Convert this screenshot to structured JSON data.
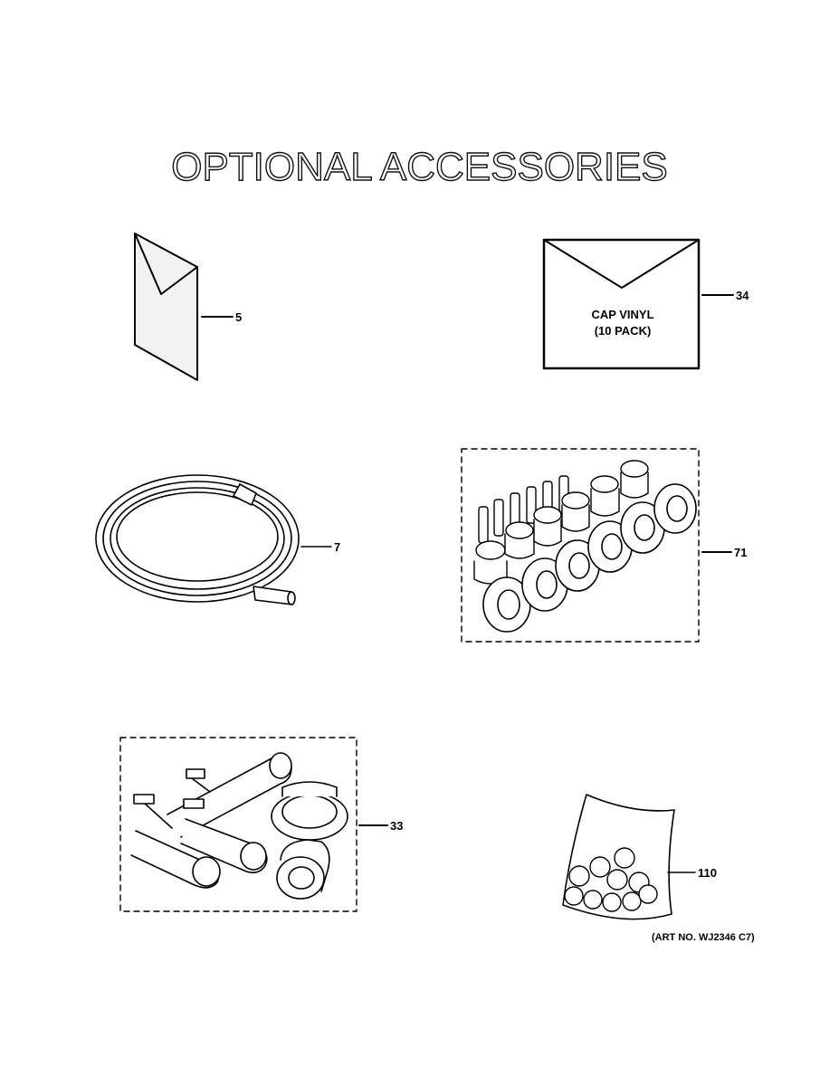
{
  "title": "OPTIONAL ACCESSORIES",
  "envelope": {
    "line1": "CAP VINYL",
    "line2": "(10 PACK)"
  },
  "callouts": {
    "manual": "5",
    "envelope": "34",
    "tubing": "7",
    "caps": "71",
    "fittings": "33",
    "bag": "110"
  },
  "art_no": "(ART NO. WJ2346 C7)"
}
